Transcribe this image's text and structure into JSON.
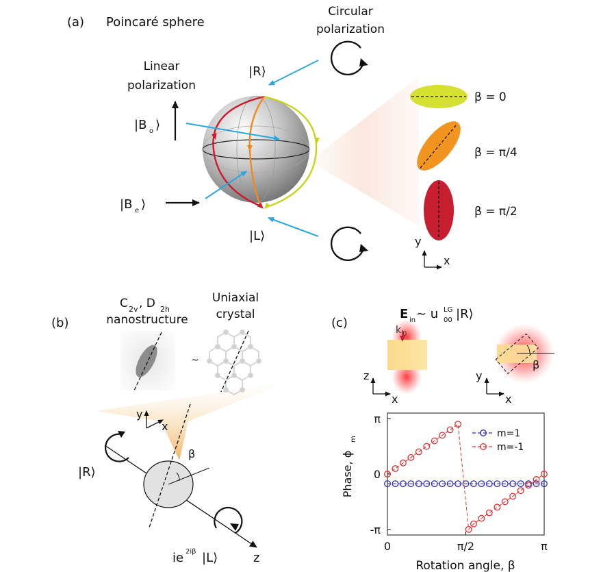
{
  "panel_a": {
    "label": "(a)",
    "title": "Poincaré sphere",
    "circular": {
      "line1": "Circular",
      "line2": "polarization"
    },
    "linear": {
      "line1": "Linear",
      "line2": "polarization"
    },
    "state_R": "|R⟩",
    "state_L": "|L⟩",
    "state_Bo": {
      "main": "|B",
      "sub": "o",
      "close": "⟩"
    },
    "state_Be": {
      "main": "|B",
      "sub": "e",
      "close": "⟩"
    },
    "beta_labels": [
      "β = 0",
      "β = π/4",
      "β = π/2"
    ],
    "axis_y": "y",
    "axis_x": "x"
  },
  "panel_b": {
    "label": "(b)",
    "symmetry": {
      "c": "C",
      "c_sub": "2v",
      "sep": ", D",
      "d_sub": "2h",
      "line2": "nanostructure"
    },
    "crystal": {
      "line1": "Uniaxial",
      "line2": "crystal"
    },
    "tilde": "~",
    "axis_y": "y",
    "axis_x": "x",
    "axis_z": "z",
    "beta": "β",
    "state_R": "|R⟩",
    "out_state": {
      "pre": "ie",
      "sup": "2iβ",
      "post": "|L⟩"
    }
  },
  "panel_c": {
    "label": "(c)",
    "field": {
      "E": "E",
      "E_sub": "in",
      "sim": " ~ u",
      "u_sup": "LG",
      "u_sub": "00",
      "ket": "|R⟩"
    },
    "k_label": {
      "main": "k",
      "sub": "0"
    },
    "axis_z": "z",
    "axis_x1": "x",
    "axis_y": "y",
    "axis_x2": "x",
    "beta": "β"
  },
  "chart_data": {
    "type": "scatter",
    "xlabel": "Rotation angle, β",
    "ylabel": {
      "main": "Phase, ϕ",
      "sub": "m"
    },
    "xtick_labels": [
      "0",
      "π/2",
      "π"
    ],
    "ytick_labels": [
      "π",
      "0",
      "-π"
    ],
    "xlim": [
      0,
      3.1416
    ],
    "ylim": [
      -3.46,
      3.46
    ],
    "legend_position": "top-right",
    "colors": {
      "m1": "#2a2ab8",
      "mm1": "#e03030"
    },
    "series": [
      {
        "name": "m=1",
        "line": "dashed",
        "x": [
          0,
          0.1571,
          0.3142,
          0.4712,
          0.6283,
          0.7854,
          0.9425,
          1.0996,
          1.2566,
          1.4137,
          1.5708,
          1.7279,
          1.885,
          2.042,
          2.1991,
          2.3562,
          2.5133,
          2.6704,
          2.8274,
          2.9845,
          3.1416
        ],
        "y": [
          -0.55,
          -0.55,
          -0.55,
          -0.55,
          -0.55,
          -0.55,
          -0.55,
          -0.55,
          -0.55,
          -0.55,
          -0.55,
          -0.55,
          -0.55,
          -0.55,
          -0.55,
          -0.55,
          -0.55,
          -0.55,
          -0.55,
          -0.55,
          -0.55
        ]
      },
      {
        "name": "m=-1",
        "line": "dashed",
        "x": [
          0,
          0.1571,
          0.3142,
          0.4712,
          0.6283,
          0.7854,
          0.9425,
          1.0996,
          1.2566,
          1.4137,
          1.6279,
          1.7279,
          1.885,
          2.042,
          2.1991,
          2.3562,
          2.5133,
          2.6704,
          2.8274,
          2.9845,
          3.1416
        ],
        "y": [
          0.0,
          0.31,
          0.63,
          0.94,
          1.26,
          1.57,
          1.88,
          2.2,
          2.51,
          2.83,
          -3.14,
          -2.83,
          -2.51,
          -2.2,
          -1.88,
          -1.57,
          -1.26,
          -0.94,
          -0.63,
          -0.31,
          0.0
        ]
      }
    ]
  }
}
